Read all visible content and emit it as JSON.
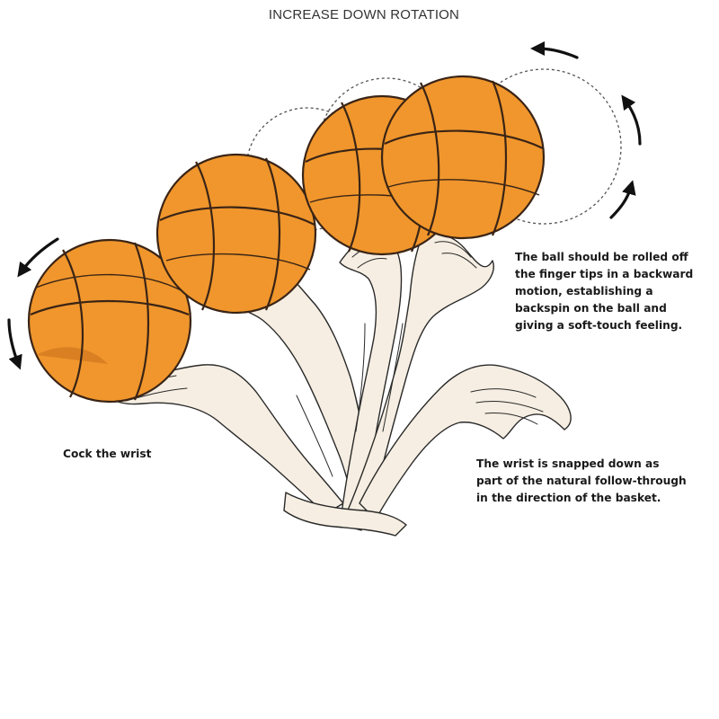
{
  "title": "INCREASE DOWN ROTATION",
  "annotations": {
    "backspin": "The ball should be rolled off\nthe finger tips in a backward\nmotion, establishing  a\nbackspin on the ball and\ngiving a soft-touch feeling.",
    "cock_wrist": "Cock the wrist",
    "snap_wrist": "The wrist is snapped down as\npart of the natural follow-through\nin the direction of the basket."
  },
  "colors": {
    "ball_fill": "#f0962c",
    "ball_seam": "#3a2416",
    "ball_shade": "#c9701e",
    "arm_fill": "#f6eee2",
    "ink": "#2a2a2a",
    "arrow": "#111111"
  },
  "icons": {
    "rotation_arrow": "curved-arrow-icon"
  }
}
